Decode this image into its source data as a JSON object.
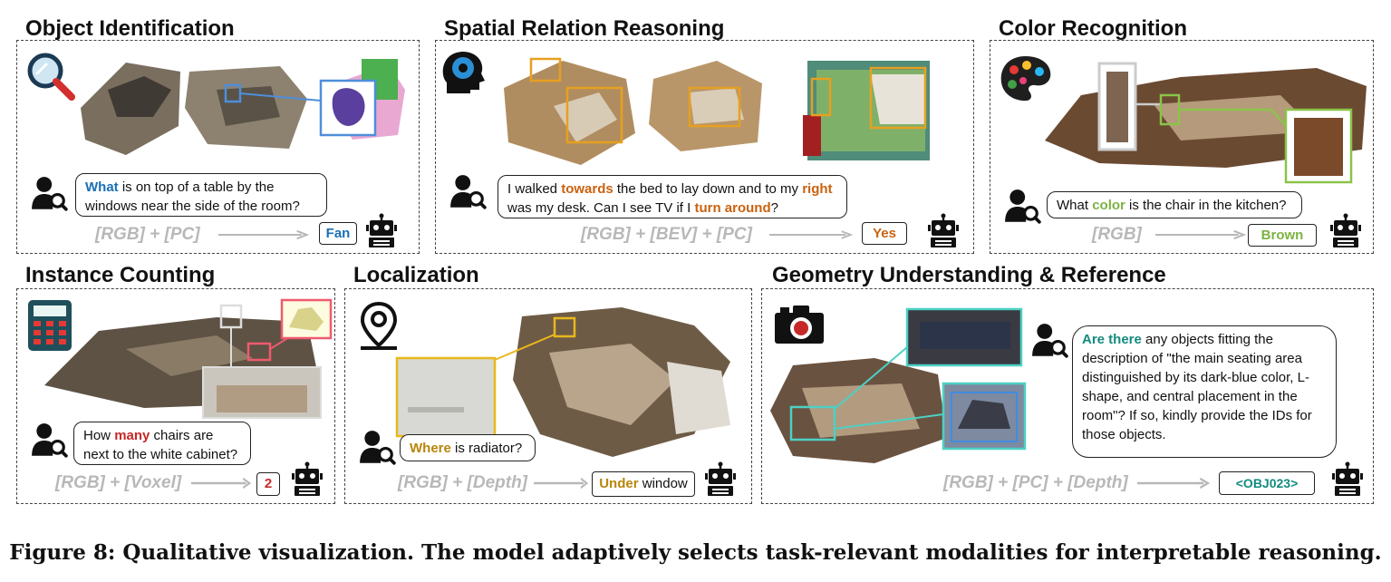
{
  "colors": {
    "blue": "#1a6fb5",
    "orange": "#c9620f",
    "green": "#7cb342",
    "red": "#c62828",
    "gold": "#b8860b",
    "teal": "#138a7e",
    "modality_gray": "#b8b8b8"
  },
  "panels": {
    "object_identification": {
      "title": "Object Identification",
      "question": {
        "highlight": "What",
        "rest": " is on top of a table by the windows near the side of the room?"
      },
      "modalities": "[RGB] + [PC]",
      "answer": "Fan"
    },
    "spatial_relation": {
      "title": "Spatial Relation Reasoning",
      "question": {
        "p1": "I walked ",
        "h1": "towards",
        "p2": " the bed to lay down and to my ",
        "h2": "right",
        "p3": " was my desk. Can I see TV if I ",
        "h3": "turn around",
        "p4": "?"
      },
      "modalities": "[RGB] + [BEV] + [PC]",
      "answer": "Yes"
    },
    "color_recognition": {
      "title": "Color Recognition",
      "question": {
        "p1": "What ",
        "highlight": "color",
        "p2": " is the chair in the kitchen?"
      },
      "modalities": "[RGB]",
      "answer": "Brown"
    },
    "instance_counting": {
      "title": "Instance Counting",
      "question": {
        "p1": "How ",
        "highlight": "many",
        "p2": " chairs are next to the white cabinet?"
      },
      "modalities": "[RGB] + [Voxel]",
      "answer": "2"
    },
    "localization": {
      "title": "Localization",
      "question": {
        "highlight": "Where",
        "rest": " is radiator?"
      },
      "modalities": "[RGB] + [Depth]",
      "answer_highlight": "Under",
      "answer_rest": " window"
    },
    "geometry": {
      "title": "Geometry Understanding & Reference",
      "question": {
        "highlight": "Are there",
        "rest": " any objects fitting the description of \"the main seating area distinguished by its dark-blue color, L-shape, and central placement in the room\"? If so, kindly provide the IDs for those objects."
      },
      "modalities": "[RGB] + [PC] + [Depth]",
      "answer": "<OBJ023>"
    }
  },
  "caption": "Figure 8: Qualitative visualization. The model adaptively selects task-relevant modalities for interpretable reasoning."
}
